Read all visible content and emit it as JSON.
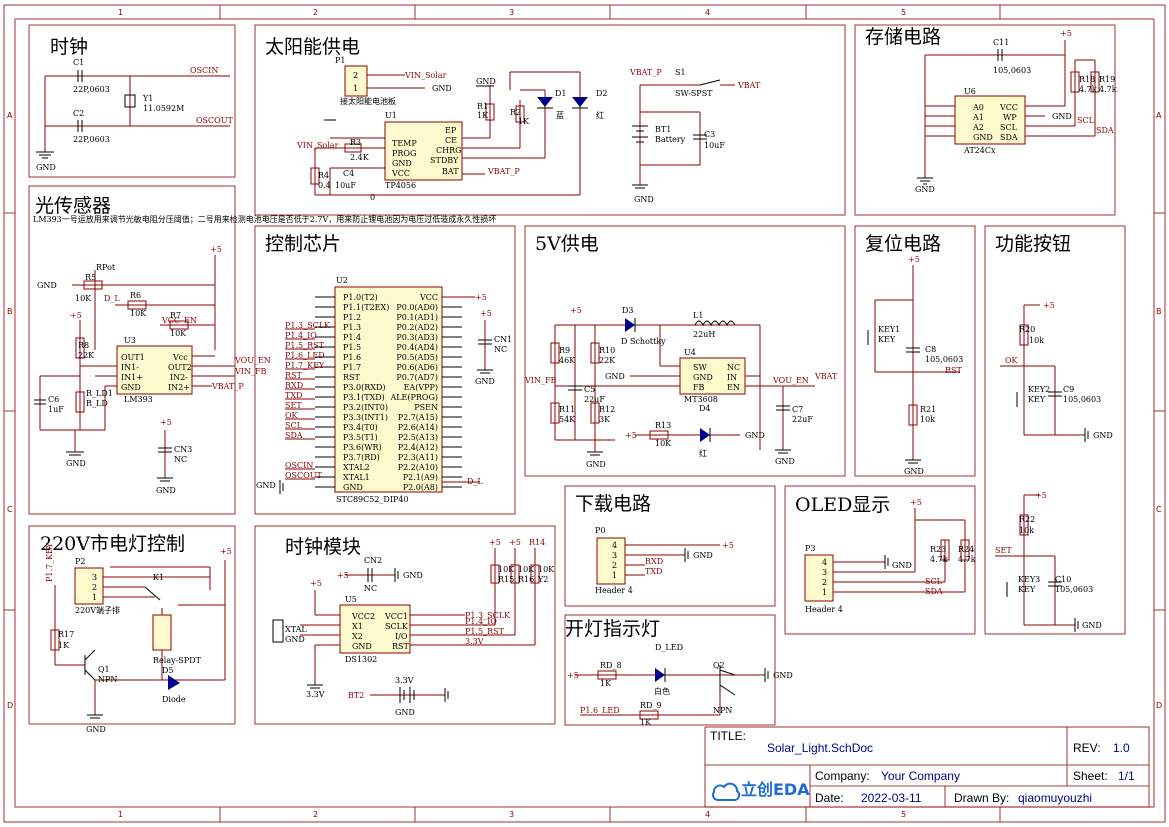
{
  "sheet": {
    "border_color": "#8b0000",
    "wire_color": "#8b0000",
    "chip_fill": "#fffacd",
    "col_numbers": [
      "1",
      "2",
      "3",
      "4",
      "5"
    ],
    "row_letters": [
      "A",
      "B",
      "C",
      "D"
    ]
  },
  "blocks": {
    "clock": {
      "title": "时钟",
      "labels": [
        "C1",
        "22P,0603",
        "C2",
        "22P,0603",
        "Y1",
        "11.0592M",
        "GND"
      ],
      "nets": [
        "OSCIN",
        "OSCOUT"
      ]
    },
    "solar": {
      "title": "太阳能供电",
      "p1": {
        "ref": "P1",
        "pins": [
          "2",
          "1"
        ],
        "note": "接太阳能电池板"
      },
      "nets": [
        "VIN_Solar",
        "GND",
        "VIN_Solar",
        "VBAT_P",
        "VBAT_P",
        "VBAT"
      ],
      "parts": [
        "R1",
        "1K",
        "R2",
        "1K",
        "D1",
        "D2",
        "蓝",
        "红",
        "R3",
        "2.4K",
        "R4",
        "0.4",
        "C4",
        "10uF",
        "GND",
        "0"
      ],
      "u1": {
        "ref": "U1",
        "name": "TP4056",
        "left": [
          "TEMP",
          "PROG",
          "GND",
          "VCC"
        ],
        "right": [
          "EP",
          "CE",
          "CHRG",
          "STDBY",
          "BAT"
        ]
      },
      "s1": {
        "ref": "S1",
        "name": "SW-SPST"
      },
      "bt1": {
        "ref": "BT1",
        "name": "Battery"
      },
      "c3": {
        "ref": "C3",
        "value": "10uF"
      }
    },
    "storage": {
      "title": "存储电路",
      "parts": [
        "C11",
        "105,0603",
        "+5",
        "R18",
        "4.7k",
        "R19",
        "4.7k",
        "GND",
        "GND",
        "SCL",
        "SDA"
      ],
      "u6": {
        "ref": "U6",
        "name": "AT24Cx",
        "left": [
          "A0",
          "A1",
          "A2",
          "GND"
        ],
        "right": [
          "VCC",
          "WP",
          "SCL",
          "SDA"
        ]
      }
    },
    "light": {
      "title": "光传感器",
      "note": "LM393一号运放用来调节光敏电阻分压阈值；二号用来检测电池电压是否低于2.7V，用来防止锂电池因为电压过低造成永久性损坏",
      "parts": [
        "RPot",
        "R5",
        "10K",
        "GND",
        "D_L",
        "R6",
        "10K",
        "R7",
        "10K",
        "VCC_EN",
        "+5",
        "R8",
        "22K",
        "C6",
        "1uF",
        "R_LD1",
        "R_LD",
        "GND",
        "+5",
        "CN3",
        "NC",
        "GND"
      ],
      "u3": {
        "ref": "U3",
        "name": "LM393",
        "left": [
          "OUT1",
          "IN1-",
          "IN1+",
          "GND"
        ],
        "right": [
          "Vcc",
          "OUT2",
          "IN2-",
          "IN2+"
        ]
      },
      "nets": [
        "VOU_EN",
        "VIN_FB",
        "VBAT_P"
      ]
    },
    "mcu": {
      "title": "控制芯片",
      "u2": {
        "ref": "U2",
        "name": "STC89C52_DIP40",
        "left": [
          "P1.0(T2)",
          "P1.1(T2EX)",
          "P1.2",
          "P1.3",
          "P1.4",
          "P1.5",
          "P1.6",
          "P1.7",
          "RST",
          "P3.0(RXD)",
          "P3.1(TXD)",
          "P3.2(INT0)",
          "P3.3(INT1)",
          "P3.4(T0)",
          "P3.5(T1)",
          "P3.6(WR)",
          "P3.7(RD)",
          "XTAL2",
          "XTAL1",
          "GND"
        ],
        "right": [
          "VCC",
          "P0.0(AD0)",
          "P0.1(AD1)",
          "P0.2(AD2)",
          "P0.3(AD3)",
          "P0.4(AD4)",
          "P0.5(AD5)",
          "P0.6(AD6)",
          "P0.7(AD7)",
          "EA(VPP)",
          "ALE(PROG)",
          "PSEN",
          "P2.7(A15)",
          "P2.6(A14)",
          "P2.5(A13)",
          "P2.4(A12)",
          "P2.3(A11)",
          "P2.2(A10)",
          "P2.1(A9)",
          "P2.0(A8)"
        ]
      },
      "nets_left": [
        "P1.3_SCLK",
        "P1.4_IO",
        "P1.5_RST",
        "P1.6_LED",
        "P1.7_KEY",
        "RST",
        "RXD",
        "TXD",
        "SET",
        "OK",
        "SCL",
        "SDA",
        "OSCIN",
        "OSCOUT"
      ],
      "parts": [
        "+5",
        "CN1",
        "NC",
        "GND",
        "GND",
        "D_L"
      ]
    },
    "v5": {
      "title": "5V供电",
      "parts": [
        "+5",
        "D3",
        "D Schottky",
        "L1",
        "22uH",
        "R9",
        "46K",
        "R10",
        "22K",
        "C5",
        "22uF",
        "R11",
        "54K",
        "R12",
        "3K",
        "GND",
        "GND",
        "VIN_FB",
        "VOU_EN",
        "VBAT",
        "R13",
        "10K",
        "D4",
        "红",
        "GND",
        "C7",
        "22uF",
        "GND",
        "+5"
      ],
      "u4": {
        "ref": "U4",
        "name": "MT3608",
        "left": [
          "SW",
          "GND",
          "FB"
        ],
        "right": [
          "NC",
          "IN",
          "EN"
        ]
      }
    },
    "reset": {
      "title": "复位电路",
      "parts": [
        "+5",
        "KEY1",
        "KEY",
        "C8",
        "105,0603",
        "RST",
        "R21",
        "10k",
        "GND"
      ]
    },
    "buttons": {
      "title": "功能按钮",
      "parts": [
        "+5",
        "R20",
        "10k",
        "OK",
        "KEY2",
        "KEY",
        "C9",
        "105,0603",
        "GND",
        "+5",
        "R22",
        "10k",
        "SET",
        "KEY3",
        "KEY",
        "C10",
        "105,0603",
        "GND"
      ]
    },
    "mains": {
      "title": "220V市电灯控制",
      "parts": [
        "P2",
        "3",
        "2",
        "1",
        "220V端子排",
        "K1",
        "P1.7_KEY",
        "+5",
        "R17",
        "1K",
        "Q1",
        "NPN",
        "Relay-SPDT",
        "D5",
        "Diode",
        "GND"
      ]
    },
    "rtc": {
      "title": "时钟模块",
      "parts": [
        "+5",
        "CN2",
        "NC",
        "GND",
        "+5",
        "+5",
        "+5",
        "R14",
        "10K",
        "R15",
        "10K",
        "R16",
        "10K",
        "Y2",
        "XTAL",
        "GND",
        "3.3V",
        "P1.3_SCLK",
        "P1.4_IO",
        "P1.5_RST",
        "3.3V",
        "BT2",
        "3.3V",
        "GND"
      ],
      "u5": {
        "ref": "U5",
        "name": "DS1302",
        "left": [
          "VCC2",
          "X1",
          "X2",
          "GND"
        ],
        "right": [
          "VCC1",
          "SCLK",
          "I/O",
          "RST"
        ]
      }
    },
    "download": {
      "title": "下载电路",
      "parts": [
        "P0",
        "4",
        "3",
        "2",
        "1",
        "Header 4",
        "+5",
        "GND",
        "RXD",
        "TXD"
      ]
    },
    "oled": {
      "title": "OLED显示",
      "parts": [
        "+5",
        "P3",
        "4",
        "3",
        "2",
        "1",
        "Header 4",
        "GND",
        "R23",
        "4.7k",
        "R24",
        "4.7k",
        "SCL",
        "SDA"
      ]
    },
    "lamp": {
      "title": "开灯指示灯",
      "parts": [
        "D_LED",
        "+5",
        "RD_8",
        "1K",
        "白色",
        "Q2",
        "GND",
        "P1.6_LED",
        "RD_9",
        "1K",
        "NPN"
      ]
    }
  },
  "title_block": {
    "title_label": "TITLE:",
    "title_value": "Solar_Light.SchDoc",
    "rev_label": "REV:",
    "rev_value": "1.0",
    "company_label": "Company:",
    "company_value": "Your Company",
    "sheet_label": "Sheet:",
    "sheet_value": "1/1",
    "date_label": "Date:",
    "date_value": "2022-03-11",
    "drawn_label": "Drawn By:",
    "drawn_value": "qiaomuyouzhi",
    "logo_text": "立创EDA",
    "logo_color": "#1d6cd4"
  }
}
